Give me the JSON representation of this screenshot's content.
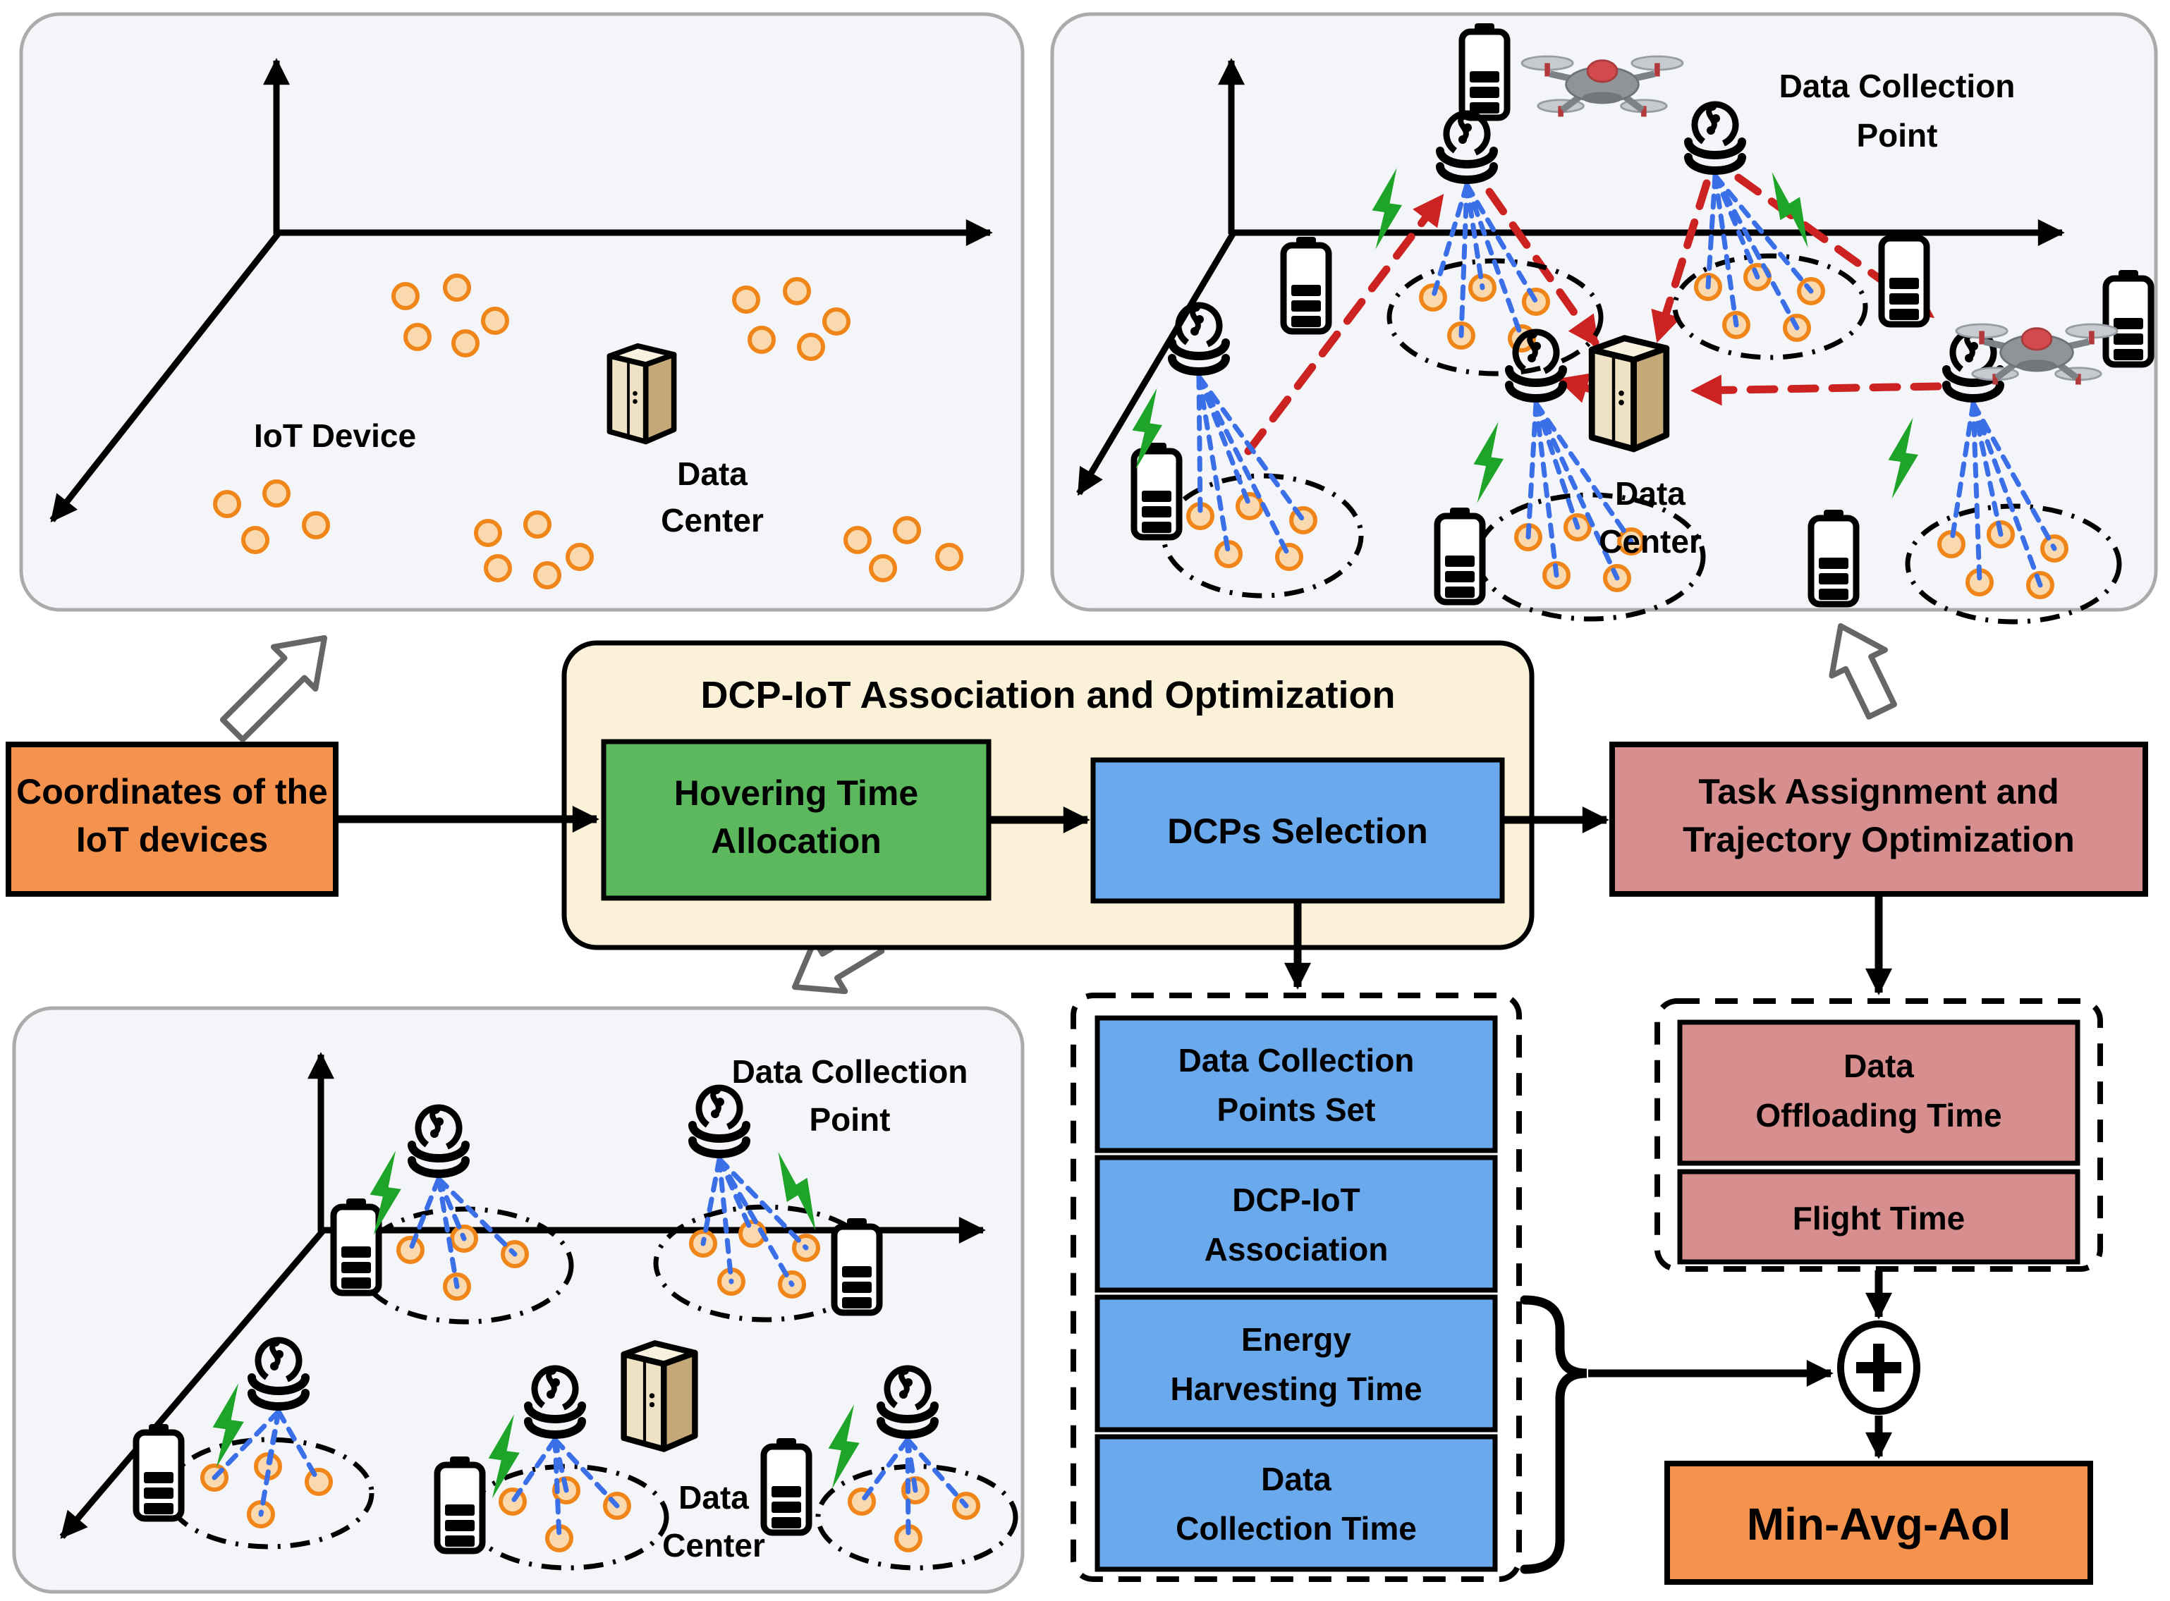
{
  "colors": {
    "panel_bg": "#F4F5F8",
    "panel_border": "#ABABAB",
    "orange_box": "#F5924E",
    "cream_box": "#FBF1D9",
    "green_box": "#5CB85C",
    "blue_box": "#6AA9EC",
    "pink_box": "#D78E8E",
    "device_fill": "#FBD9AE",
    "device_stroke": "#F08519",
    "red_dashed": "#CC2222",
    "blue_dashed": "#3B6FE8",
    "bolt_green": "#1FA42A"
  },
  "panel_initial": {
    "iot_device_label": "IoT Device",
    "data_center_line1": "Data",
    "data_center_line2": "Center"
  },
  "panel_uav": {
    "dcp_line1": "Data Collection",
    "dcp_line2": "Point",
    "data_center_line1": "Data",
    "data_center_line2": "Center"
  },
  "panel_dcp": {
    "dcp_line1": "Data Collection",
    "dcp_line2": "Point",
    "data_center_line1": "Data",
    "data_center_line2": "Center"
  },
  "flow": {
    "coordinates_box": {
      "line1": "Coordinates of the",
      "line2": "IoT devices"
    },
    "association_container_title": "DCP-IoT Association and Optimization",
    "hovering_box": {
      "line1": "Hovering Time",
      "line2": "Allocation"
    },
    "dcps_selection_label": "DCPs Selection",
    "task_box": {
      "line1": "Task Assignment and",
      "line2": "Trajectory Optimization"
    },
    "selection_outputs": [
      {
        "line1": "Data Collection",
        "line2": "Points Set"
      },
      {
        "line1": "DCP-IoT",
        "line2": "Association"
      },
      {
        "line1": "Energy",
        "line2": "Harvesting Time"
      },
      {
        "line1": "Data",
        "line2": "Collection Time"
      }
    ],
    "task_outputs": [
      {
        "line1": "Data",
        "line2": "Offloading Time"
      },
      {
        "line1": "Flight Time"
      }
    ],
    "objective_label": "Min-Avg-AoI"
  }
}
